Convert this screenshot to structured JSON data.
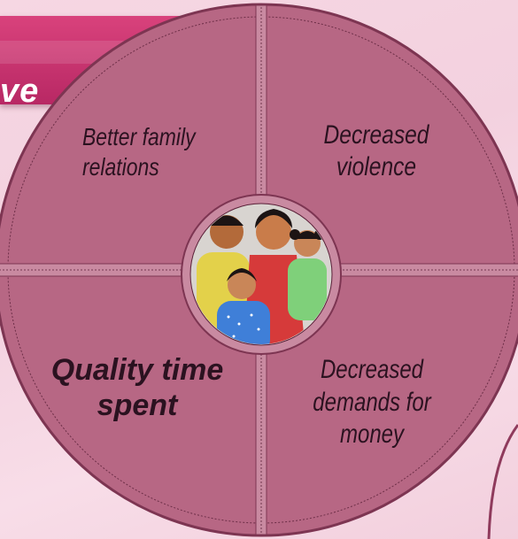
{
  "banner": {
    "text": "ve"
  },
  "wheel": {
    "segments": {
      "top_left": "Better family\nrelations",
      "top_right": "Decreased\nviolence",
      "bottom_left": "Quality time\nspent",
      "bottom_right": "Decreased\ndemands for\nmoney"
    },
    "center_image": "family-illustration"
  },
  "colors": {
    "wheel_fill": "#b76784",
    "wheel_border": "#7d3552",
    "banner": "#c8326f",
    "background": "#f5d6e2"
  }
}
